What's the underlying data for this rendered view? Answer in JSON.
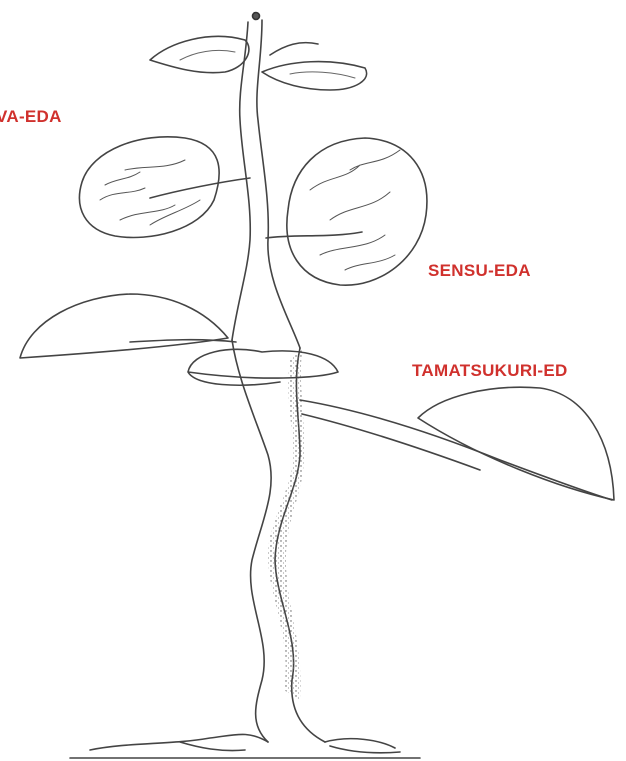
{
  "colors": {
    "label": "#d0312d",
    "ink": "#444444",
    "shade": "#6a6a6a",
    "background": "#ffffff"
  },
  "labels": {
    "kawa_eda": "VA-EDA",
    "sensu_eda": "SENSU-EDA",
    "tamatsukuri_eda": "TAMATSUKURI-ED"
  }
}
